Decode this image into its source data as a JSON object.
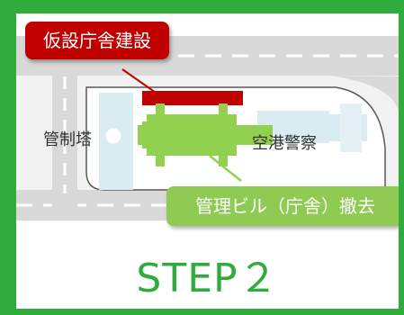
{
  "callouts": {
    "temporary_office": "仮設庁舎建設",
    "management_building": "管理ビル（庁舎）撤去"
  },
  "labels": {
    "control_tower": "管制塔",
    "airport_police": "空港警察"
  },
  "step_title": "STEP２",
  "colors": {
    "frame_green": "#2fac3c",
    "callout_red": "#c00000",
    "building_green": "#92d050",
    "callout_green": "#8fca53",
    "pale_blue": "#d9ecf2",
    "road_grey": "#d9d9d9"
  }
}
